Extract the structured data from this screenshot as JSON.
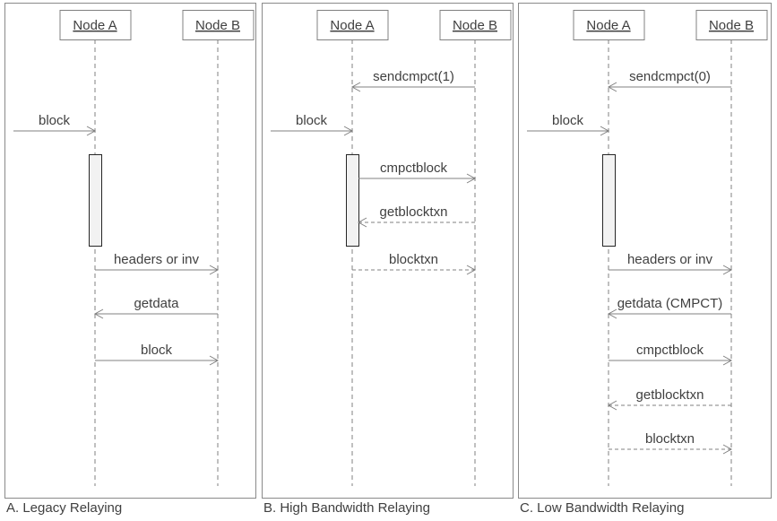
{
  "colors": {
    "line": "#808080",
    "panel_border": "#8a8a8a",
    "text": "#404040",
    "bar_fill": "#f2f2f2",
    "bar_border": "#262626",
    "background": "#ffffff"
  },
  "diagram": {
    "panels": [
      {
        "caption": "A. Legacy Relaying",
        "actors": [
          {
            "label": "Node A"
          },
          {
            "label": "Node B"
          }
        ],
        "incoming": {
          "label": "block",
          "row": 1
        },
        "activation": {
          "actor": "A"
        },
        "messages": [
          {
            "label": "headers or inv",
            "from": "A",
            "to": "B",
            "row": 4,
            "line": "solid"
          },
          {
            "label": "getdata",
            "from": "B",
            "to": "A",
            "row": 5,
            "line": "solid"
          },
          {
            "label": "block",
            "from": "A",
            "to": "B",
            "row": 6,
            "line": "solid"
          }
        ]
      },
      {
        "caption": "B. High Bandwidth Relaying",
        "actors": [
          {
            "label": "Node A"
          },
          {
            "label": "Node B"
          }
        ],
        "incoming": {
          "label": "block",
          "row": 1
        },
        "activation": {
          "actor": "A"
        },
        "messages": [
          {
            "label": "sendcmpct(1)",
            "from": "B",
            "to": "A",
            "row": 0,
            "line": "solid"
          },
          {
            "label": "cmpctblock",
            "from": "A",
            "to": "B",
            "row": 2,
            "line": "solid"
          },
          {
            "label": "getblocktxn",
            "from": "B",
            "to": "A",
            "row": 3,
            "line": "dashed"
          },
          {
            "label": "blocktxn",
            "from": "A",
            "to": "B",
            "row": 4,
            "line": "dashed"
          }
        ]
      },
      {
        "caption": "C. Low Bandwidth Relaying",
        "actors": [
          {
            "label": "Node A"
          },
          {
            "label": "Node B"
          }
        ],
        "incoming": {
          "label": "block",
          "row": 1
        },
        "activation": {
          "actor": "A"
        },
        "messages": [
          {
            "label": "sendcmpct(0)",
            "from": "B",
            "to": "A",
            "row": 0,
            "line": "solid"
          },
          {
            "label": "headers or inv",
            "from": "A",
            "to": "B",
            "row": 4,
            "line": "solid"
          },
          {
            "label": "getdata (CMPCT)",
            "from": "B",
            "to": "A",
            "row": 5,
            "line": "solid"
          },
          {
            "label": "cmpctblock",
            "from": "A",
            "to": "B",
            "row": 6,
            "line": "solid"
          },
          {
            "label": "getblocktxn",
            "from": "B",
            "to": "A",
            "row": 7,
            "line": "dashed"
          },
          {
            "label": "blocktxn",
            "from": "A",
            "to": "B",
            "row": 8,
            "line": "dashed"
          }
        ]
      }
    ]
  }
}
